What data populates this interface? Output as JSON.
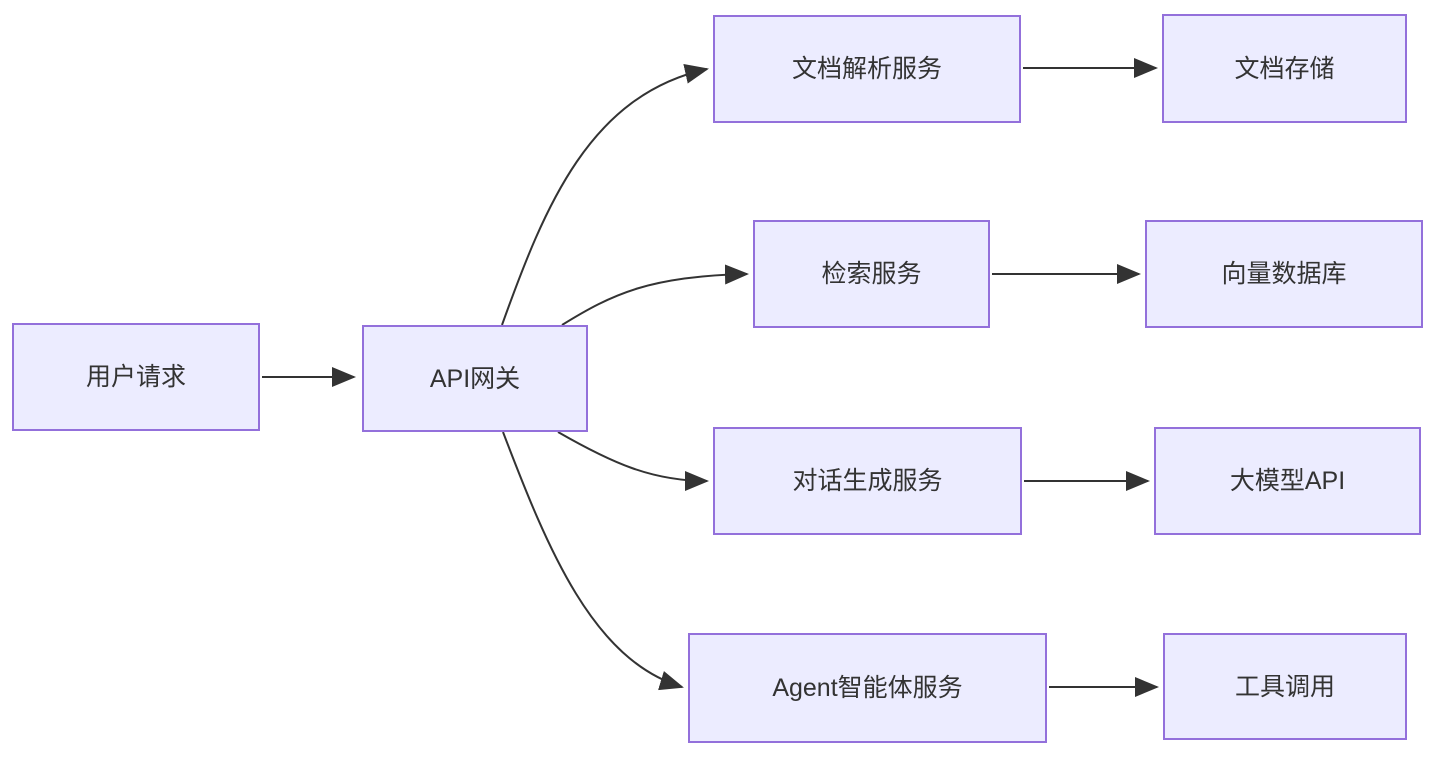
{
  "diagram": {
    "type": "flowchart-left-right",
    "colors": {
      "background": "#ffffff",
      "node_fill": "#ECECFF",
      "node_border": "#9370DB",
      "edge_color": "#333333",
      "text_color": "#333333"
    },
    "nodes": [
      {
        "id": "user-request",
        "label": "用户请求"
      },
      {
        "id": "api-gateway",
        "label": "API网关"
      },
      {
        "id": "doc-parse-service",
        "label": "文档解析服务"
      },
      {
        "id": "doc-storage",
        "label": "文档存储"
      },
      {
        "id": "retrieval-service",
        "label": "检索服务"
      },
      {
        "id": "vector-database",
        "label": "向量数据库"
      },
      {
        "id": "dialog-gen-service",
        "label": "对话生成服务"
      },
      {
        "id": "llm-api",
        "label": "大模型API"
      },
      {
        "id": "agent-service",
        "label": "Agent智能体服务"
      },
      {
        "id": "tool-call",
        "label": "工具调用"
      }
    ],
    "edges": [
      {
        "from": "用户请求",
        "to": "API网关"
      },
      {
        "from": "API网关",
        "to": "文档解析服务"
      },
      {
        "from": "API网关",
        "to": "检索服务"
      },
      {
        "from": "API网关",
        "to": "对话生成服务"
      },
      {
        "from": "API网关",
        "to": "Agent智能体服务"
      },
      {
        "from": "文档解析服务",
        "to": "文档存储"
      },
      {
        "from": "检索服务",
        "to": "向量数据库"
      },
      {
        "from": "对话生成服务",
        "to": "大模型API"
      },
      {
        "from": "Agent智能体服务",
        "to": "工具调用"
      }
    ]
  }
}
